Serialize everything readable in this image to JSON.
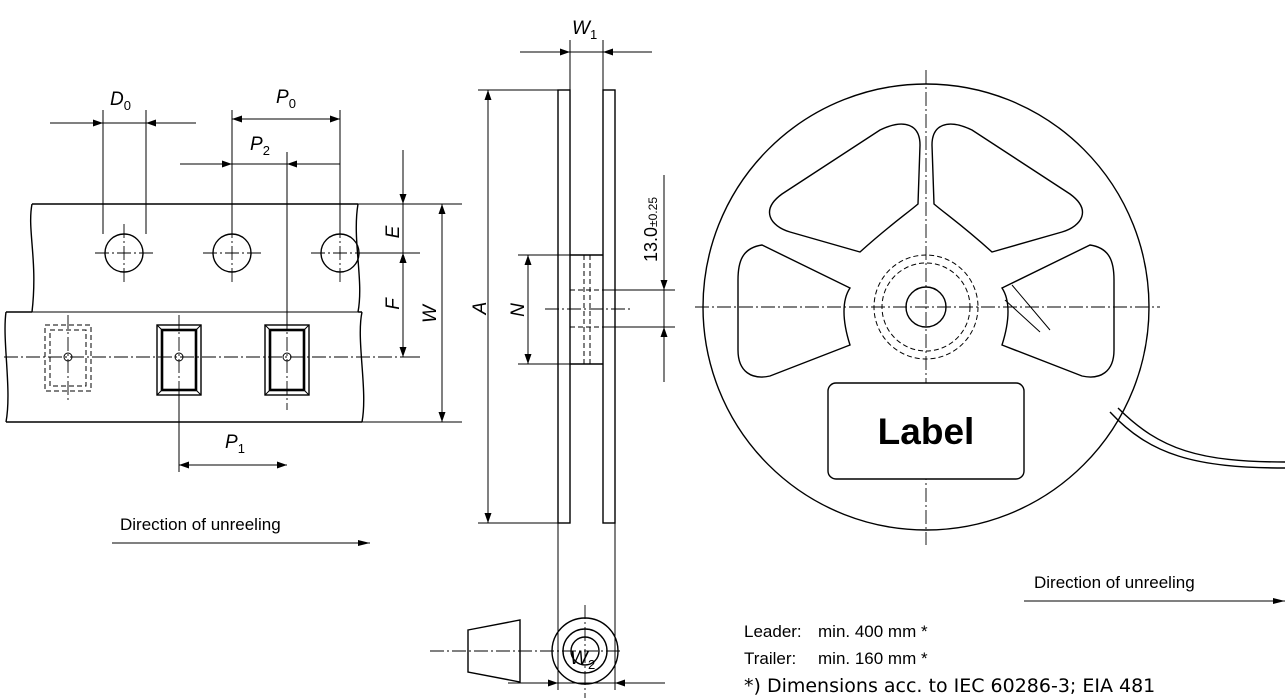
{
  "tape": {
    "d0": "D",
    "d0_sub": "0",
    "p0": "P",
    "p0_sub": "0",
    "p2": "P",
    "p2_sub": "2",
    "p1": "P",
    "p1_sub": "1",
    "e": "E",
    "f": "F",
    "w": "W",
    "direction": "Direction of unreeling"
  },
  "reel_side": {
    "w1": "W",
    "w1_sub": "1",
    "w2": "W",
    "w2_sub": "2",
    "a": "A",
    "n": "N",
    "hub_dim": "13.0",
    "hub_tol": "±0.25"
  },
  "reel_front": {
    "label": "Label",
    "direction": "Direction of unreeling"
  },
  "notes": {
    "leader_key": "Leader:",
    "leader_val": "min. 400 mm *",
    "trailer_key": "Trailer:",
    "trailer_val": "min. 160 mm *",
    "footnote": "*) Dimensions acc. to IEC 60286-3; EIA 481"
  }
}
